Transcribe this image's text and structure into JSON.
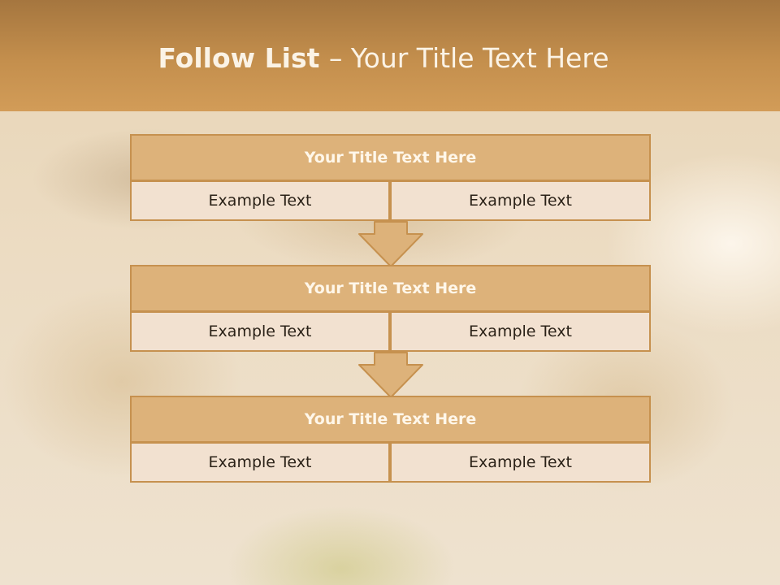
{
  "header": {
    "title_strong": "Follow List ",
    "title_rest": " – Your Title Text Here"
  },
  "blocks": [
    {
      "title": "Your Title Text Here",
      "left": "Example Text",
      "right": "Example Text"
    },
    {
      "title": "Your Title Text Here",
      "left": "Example Text",
      "right": "Example Text"
    },
    {
      "title": "Your Title Text Here",
      "left": "Example Text",
      "right": "Example Text"
    }
  ],
  "colors": {
    "header": "#c48f4d",
    "title_fill": "#ddb27a",
    "cell_fill": "#f2e1d0",
    "border": "#c6914f"
  },
  "icons": [
    "arrow-down-icon",
    "arrow-down-icon"
  ]
}
